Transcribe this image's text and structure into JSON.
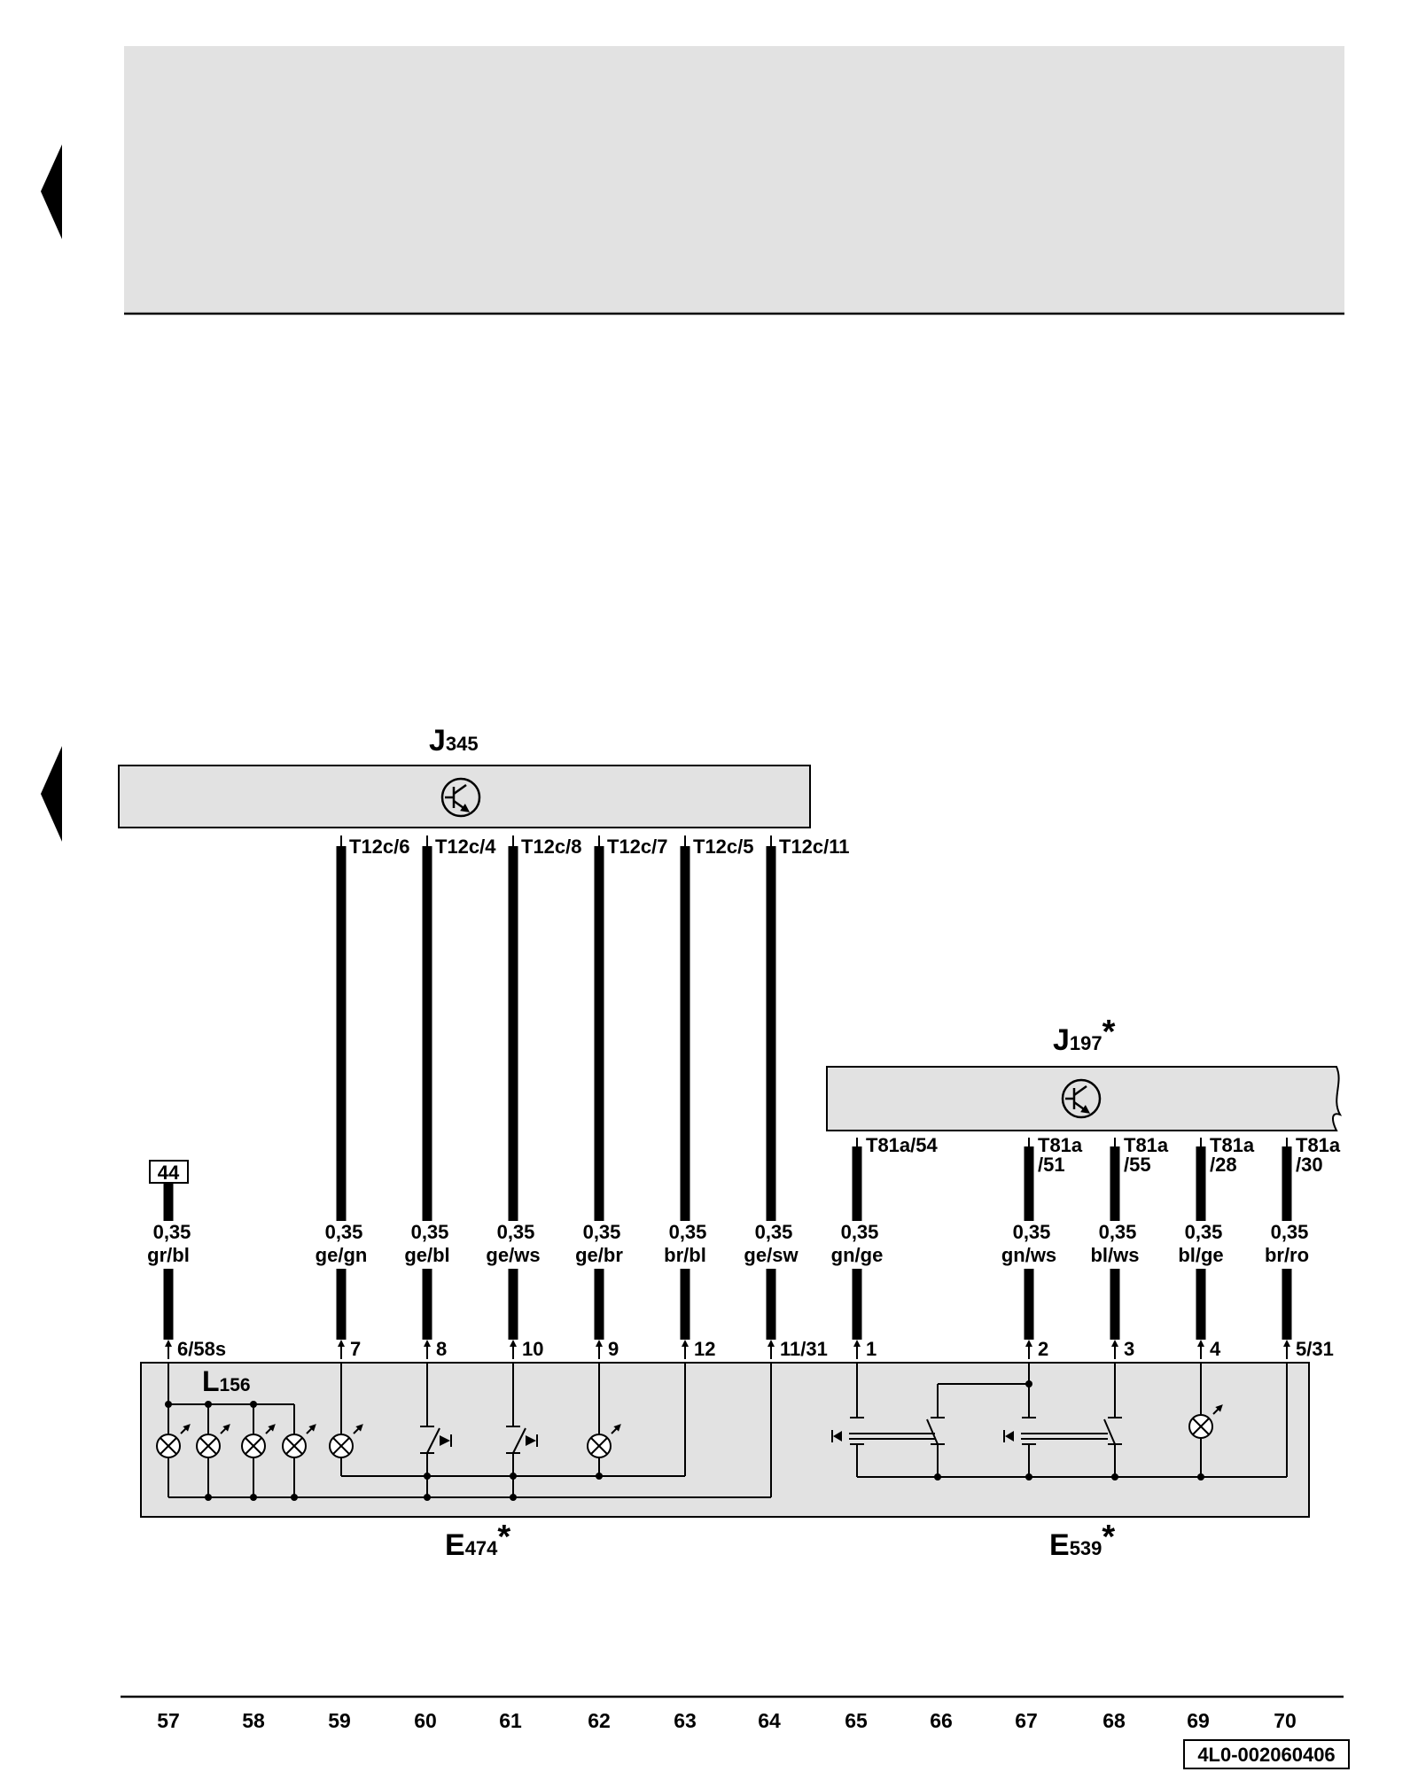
{
  "components": {
    "j345": {
      "name": "J",
      "sub": "345"
    },
    "j197": {
      "name": "J",
      "sub": "197",
      "mark": "*"
    },
    "l156": {
      "name": "L",
      "sub": "156"
    },
    "e474": {
      "name": "E",
      "sub": "474",
      "mark": "*"
    },
    "e539": {
      "name": "E",
      "sub": "539",
      "mark": "*"
    }
  },
  "ground_ref": "44",
  "j345_pins": [
    "T12c/6",
    "T12c/4",
    "T12c/8",
    "T12c/7",
    "T12c/5",
    "T12c/11"
  ],
  "j197_pins": [
    {
      "a": "T81a/54",
      "b": ""
    },
    {
      "a": "T81a",
      "b": "/51"
    },
    {
      "a": "T81a",
      "b": "/55"
    },
    {
      "a": "T81a",
      "b": "/28"
    },
    {
      "a": "T81a",
      "b": "/30"
    }
  ],
  "wires": [
    {
      "size": "0,35",
      "color": "gr/bl",
      "pin": "6/58s"
    },
    {
      "size": "0,35",
      "color": "ge/gn",
      "pin": "7"
    },
    {
      "size": "0,35",
      "color": "ge/bl",
      "pin": "8"
    },
    {
      "size": "0,35",
      "color": "ge/ws",
      "pin": "10"
    },
    {
      "size": "0,35",
      "color": "ge/br",
      "pin": "9"
    },
    {
      "size": "0,35",
      "color": "br/bl",
      "pin": "12"
    },
    {
      "size": "0,35",
      "color": "ge/sw",
      "pin": "11/31"
    },
    {
      "size": "0,35",
      "color": "gn/ge",
      "pin": "1"
    },
    {
      "size": "0,35",
      "color": "gn/ws",
      "pin": "2"
    },
    {
      "size": "0,35",
      "color": "bl/ws",
      "pin": "3"
    },
    {
      "size": "0,35",
      "color": "bl/ge",
      "pin": "4"
    },
    {
      "size": "0,35",
      "color": "br/ro",
      "pin": "5/31"
    }
  ],
  "tracks": [
    "57",
    "58",
    "59",
    "60",
    "61",
    "62",
    "63",
    "64",
    "65",
    "66",
    "67",
    "68",
    "69",
    "70"
  ],
  "doc_id": "4L0-002060406"
}
